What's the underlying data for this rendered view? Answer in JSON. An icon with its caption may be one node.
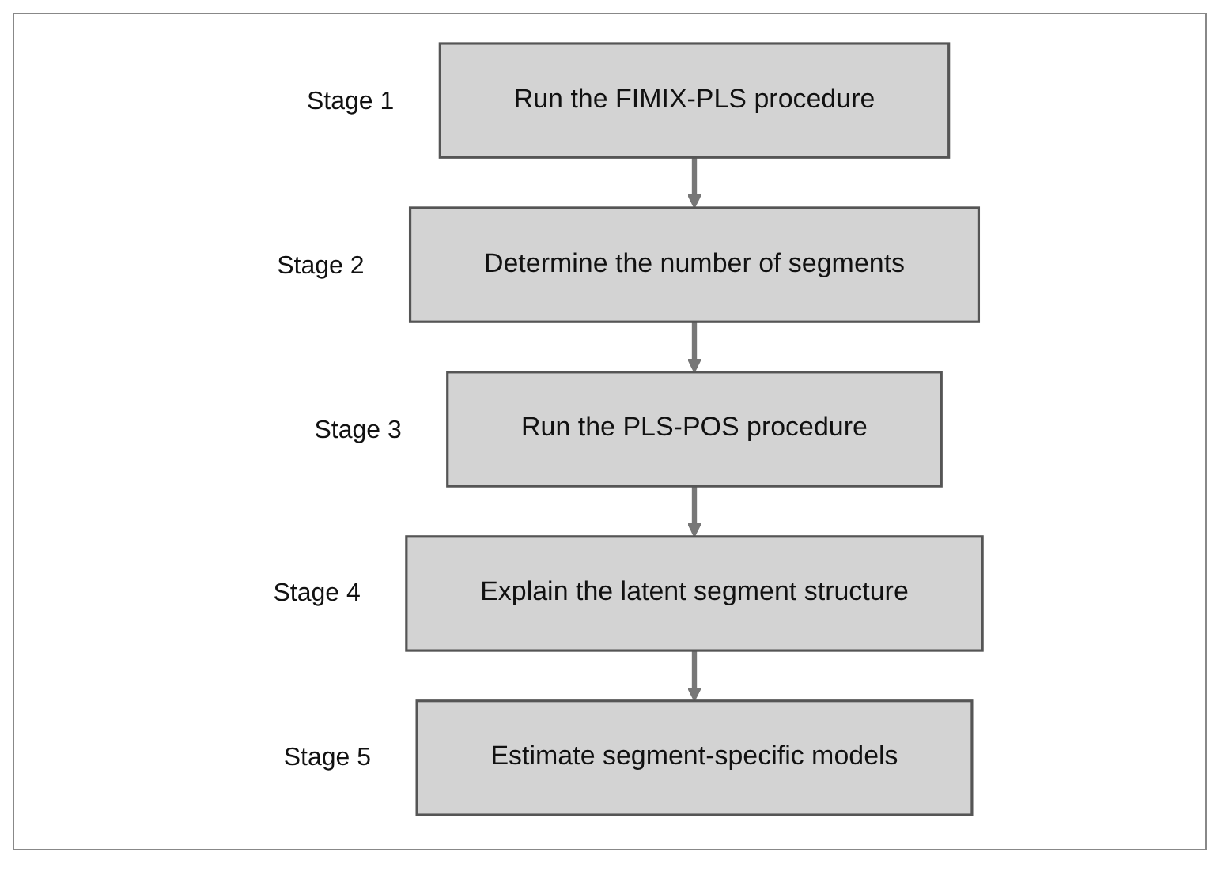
{
  "diagram": {
    "nodes": [
      {
        "text": [
          "Run the FIMIX-PLS procedure"
        ],
        "beside": [
          "Stage 1"
        ]
      },
      {
        "text": [
          "Determine the number of segments"
        ],
        "beside": [
          "Stage 2"
        ]
      },
      {
        "text": [
          "Run the PLS-POS procedure"
        ],
        "beside": [
          "Stage 3"
        ]
      },
      {
        "text": [
          "Explain the latent segment structure"
        ],
        "beside": [
          "Stage 4"
        ]
      },
      {
        "text": [
          "Estimate segment-specific models"
        ],
        "beside": [
          "Stage 5"
        ]
      }
    ],
    "edges": [
      {
        "from": 0,
        "to": 1,
        "arrow": "to"
      },
      {
        "from": 1,
        "to": 2,
        "arrow": "to"
      },
      {
        "from": 2,
        "to": 3,
        "arrow": "to"
      },
      {
        "from": 3,
        "to": 4,
        "arrow": "to"
      }
    ]
  }
}
